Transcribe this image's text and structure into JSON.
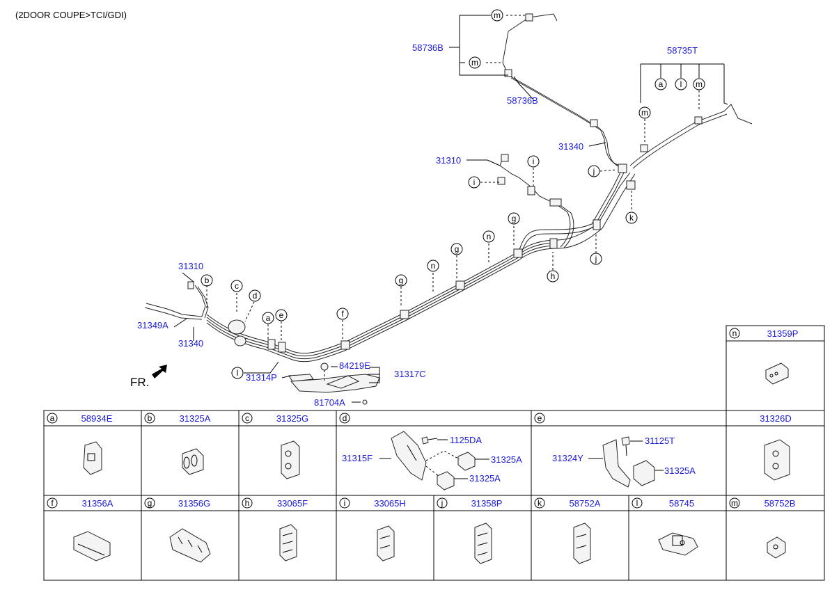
{
  "header": {
    "variant": "(2DOOR COUPE>TCI/GDI)"
  },
  "fr_label": "FR.",
  "parts": {
    "p58736B_top": "58736B",
    "p58736B_low": "58736B",
    "p58735T": "58735T",
    "p31340_right": "31340",
    "p31310_mid": "31310",
    "p31310_left": "31310",
    "p31349A": "31349A",
    "p31340_left": "31340",
    "p84219E": "84219E",
    "p31317C": "31317C",
    "p31314P": "31314P",
    "p81704A": "81704A"
  },
  "callouts": [
    "a",
    "b",
    "c",
    "d",
    "e",
    "f",
    "g",
    "h",
    "i",
    "j",
    "k",
    "l",
    "m",
    "n"
  ],
  "legend": {
    "row1": [
      {
        "letter": "a",
        "part": "58934E"
      },
      {
        "letter": "b",
        "part": "31325A"
      },
      {
        "letter": "c",
        "part": "31325G"
      },
      {
        "letter": "d",
        "part": ""
      },
      {
        "letter": "e",
        "part": ""
      },
      {
        "letter": "",
        "part": "31326D"
      }
    ],
    "d_detail": {
      "p1": "1125DA",
      "p2": "31315F",
      "p3": "31325A",
      "p4": "31325A"
    },
    "e_detail": {
      "p1": "31125T",
      "p2": "31324Y",
      "p3": "31325A"
    },
    "row2": [
      {
        "letter": "f",
        "part": "31356A"
      },
      {
        "letter": "g",
        "part": "31356G"
      },
      {
        "letter": "h",
        "part": "33065F"
      },
      {
        "letter": "i",
        "part": "33065H"
      },
      {
        "letter": "j",
        "part": "31358P"
      },
      {
        "letter": "k",
        "part": "58752A"
      },
      {
        "letter": "l",
        "part": "58745"
      },
      {
        "letter": "m",
        "part": "58752B"
      }
    ],
    "n_box": {
      "letter": "n",
      "part": "31359P"
    }
  }
}
